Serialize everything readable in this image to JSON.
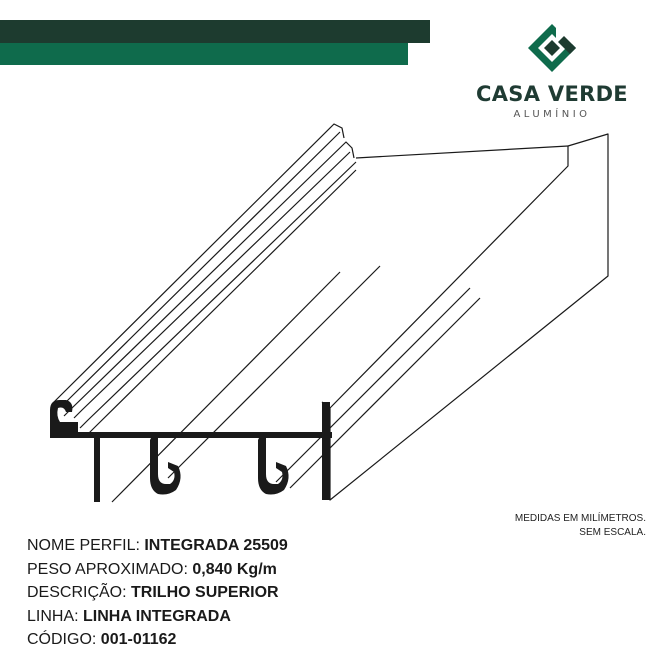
{
  "brand": {
    "name": "CASA VERDE",
    "subtitle": "ALUMÍNIO",
    "colors": {
      "dark": "#1d3b2f",
      "green": "#0f6b4c"
    }
  },
  "note": {
    "line1": "MEDIDAS EM MILÍMETROS.",
    "line2": "SEM ESCALA."
  },
  "specs": [
    {
      "label": "NOME PERFIL:",
      "value": "INTEGRADA 25509"
    },
    {
      "label": "PESO APROXIMADO:",
      "value": "0,840 Kg/m"
    },
    {
      "label": "DESCRIÇÃO:",
      "value": "TRILHO SUPERIOR"
    },
    {
      "label": "LINHA:",
      "value": "LINHA INTEGRADA"
    },
    {
      "label": "CÓDIGO:",
      "value": "001-01162"
    }
  ]
}
